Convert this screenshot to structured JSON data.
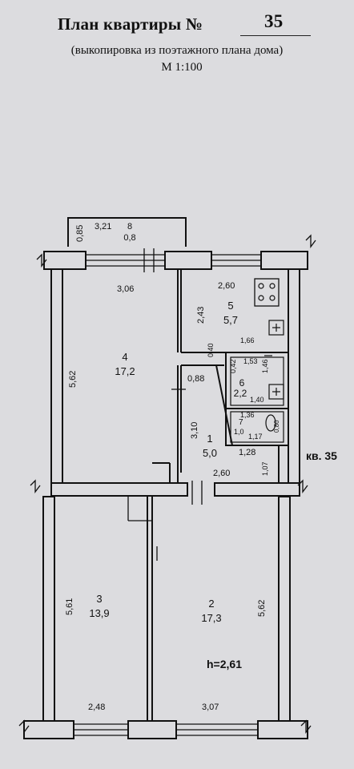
{
  "header": {
    "title": "План квартиры №",
    "apartment_number": "35",
    "subtitle": "(выкопировка из поэтажного плана дома)",
    "scale": "М 1:100"
  },
  "rooms": [
    {
      "number": "1",
      "area": "5,0"
    },
    {
      "number": "2",
      "area": "17,3"
    },
    {
      "number": "3",
      "area": "13,9"
    },
    {
      "number": "4",
      "area": "17,2"
    },
    {
      "number": "5",
      "area": "5,7"
    },
    {
      "number": "6",
      "area": "2,2"
    },
    {
      "number": "7",
      "area": "1,0"
    },
    {
      "number": "8",
      "area": "0,8"
    }
  ],
  "dimensions": {
    "balcony_width": "3,21",
    "balcony_depth": "0,85",
    "room4_width": "3,06",
    "room4_length": "5,62",
    "room5_width": "2,60",
    "room5_length": "2,43",
    "room5_inner": "1,66",
    "wall_040": "0,40",
    "corridor_width": "0,88",
    "corridor_length": "3,10",
    "room6_a": "0,42",
    "room6_b": "1,53",
    "room6_c": "1,46",
    "room6_d": "1,40",
    "room7_a": "1,36",
    "room7_b": "0,80",
    "room7_c": "1,17",
    "hall_128": "1,28",
    "hall_107": "1,07",
    "hall_260": "2,60",
    "room3_length": "5,61",
    "room3_width": "2,48",
    "room2_length": "5,62",
    "room2_width": "3,07"
  },
  "apartment_label": "кв. 35",
  "ceiling_height": "h=2,61"
}
